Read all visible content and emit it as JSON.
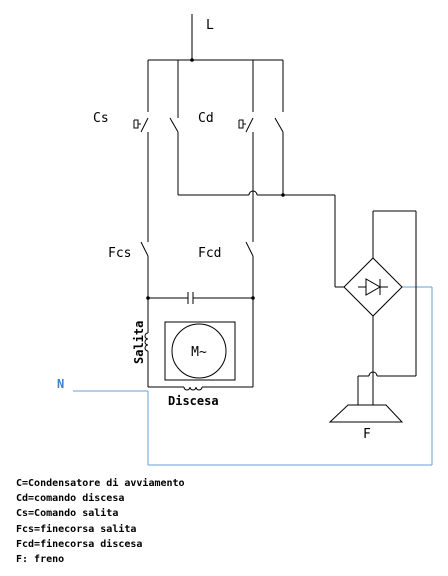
{
  "labels": {
    "line": "L",
    "cs": "Cs",
    "cd": "Cd",
    "fcs": "Fcs",
    "fcd": "Fcd",
    "salita": "Salita",
    "motor": "M~",
    "neutral": "N",
    "discesa": "Discesa",
    "brake": "F"
  },
  "legend": [
    "C=Condensatore di avviamento",
    "Cd=comando discesa",
    "Cs=Comando salita",
    "Fcs=finecorsa salita",
    "Fcd=finecorsa discesa",
    "F: freno"
  ]
}
